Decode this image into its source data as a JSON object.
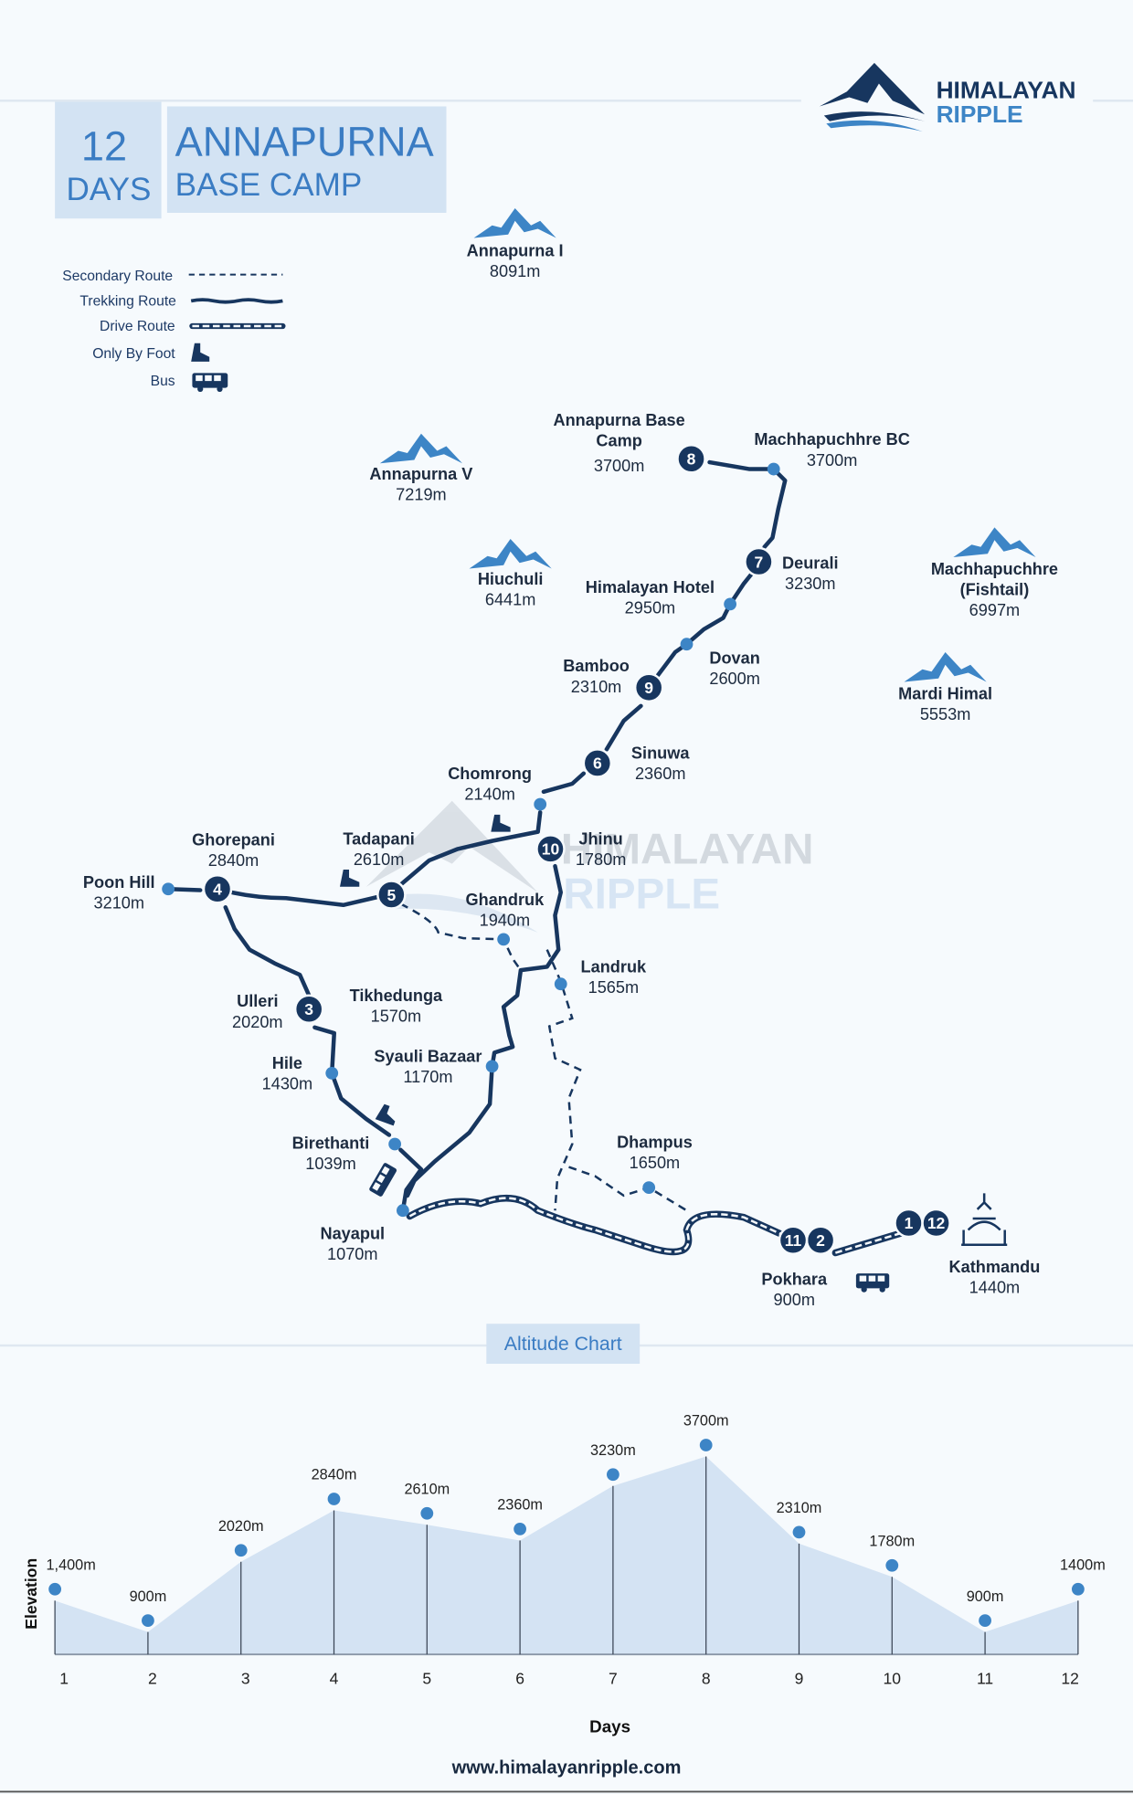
{
  "brand": {
    "line1": "HIMALAYAN",
    "line2": "RIPPLE",
    "colors": {
      "navy": "#17365f",
      "blue": "#3d85c6",
      "panel": "#d3e3f3"
    }
  },
  "header": {
    "days_number": "12",
    "days_label": "DAYS",
    "title_line1": "ANNAPURNA",
    "title_line2": "BASE CAMP"
  },
  "legend": [
    {
      "label": "Secondary Route",
      "icon": "dashed-line"
    },
    {
      "label": "Trekking Route",
      "icon": "wavy-line"
    },
    {
      "label": "Drive Route",
      "icon": "road-line"
    },
    {
      "label": "Only By Foot",
      "icon": "boot-icon"
    },
    {
      "label": "Bus",
      "icon": "bus-icon"
    }
  ],
  "peaks": [
    {
      "name": "Annapurna I",
      "elev": "8091m"
    },
    {
      "name": "Annapurna V",
      "elev": "7219m"
    },
    {
      "name": "Hiuchuli",
      "elev": "6441m"
    },
    {
      "name": "Machhapuchhre",
      "name2": "(Fishtail)",
      "elev": "6997m"
    },
    {
      "name": "Mardi Himal",
      "elev": "5553m"
    }
  ],
  "places": [
    {
      "name": "Annapurna Base",
      "name2": "Camp",
      "elev": "3700m"
    },
    {
      "name": "Machhapuchhre BC",
      "elev": "3700m"
    },
    {
      "name": "Deurali",
      "elev": "3230m"
    },
    {
      "name": "Himalayan Hotel",
      "elev": "2950m"
    },
    {
      "name": "Dovan",
      "elev": "2600m"
    },
    {
      "name": "Bamboo",
      "elev": "2310m"
    },
    {
      "name": "Sinuwa",
      "elev": "2360m"
    },
    {
      "name": "Chomrong",
      "elev": "2140m"
    },
    {
      "name": "Jhinu",
      "elev": "1780m"
    },
    {
      "name": "Tadapani",
      "elev": "2610m"
    },
    {
      "name": "Ghorepani",
      "elev": "2840m"
    },
    {
      "name": "Poon Hill",
      "elev": "3210m"
    },
    {
      "name": "Ghandruk",
      "elev": "1940m"
    },
    {
      "name": "Landruk",
      "elev": "1565m"
    },
    {
      "name": "Tikhedunga",
      "elev": "1570m"
    },
    {
      "name": "Ulleri",
      "elev": "2020m"
    },
    {
      "name": "Hile",
      "elev": "1430m"
    },
    {
      "name": "Syauli Bazaar",
      "elev": "1170m"
    },
    {
      "name": "Birethanti",
      "elev": "1039m"
    },
    {
      "name": "Dhampus",
      "elev": "1650m"
    },
    {
      "name": "Nayapul",
      "elev": "1070m"
    },
    {
      "name": "Pokhara",
      "elev": "900m"
    },
    {
      "name": "Kathmandu",
      "elev": "1440m"
    }
  ],
  "stages": [
    "1",
    "2",
    "3",
    "4",
    "5",
    "6",
    "7",
    "8",
    "9",
    "10",
    "11",
    "12"
  ],
  "watermark": {
    "line1": "HIMALAYAN",
    "line2": "RIPPLE"
  },
  "chart_section_title": "Altitude Chart",
  "chart_data": {
    "type": "area",
    "title": "Altitude Chart",
    "xlabel": "Days",
    "ylabel": "Elevation",
    "categories": [
      "1",
      "2",
      "3",
      "4",
      "5",
      "6",
      "7",
      "8",
      "9",
      "10",
      "11",
      "12"
    ],
    "values": [
      1400,
      900,
      2020,
      2840,
      2610,
      2360,
      3230,
      3700,
      2310,
      1780,
      900,
      1400
    ],
    "labels": [
      "1,400m",
      "900m",
      "2020m",
      "2840m",
      "2610m",
      "2360m",
      "3230m",
      "3700m",
      "2310m",
      "1780m",
      "900m",
      "1400m"
    ],
    "grid": false
  },
  "footer": {
    "url": "www.himalayanripple.com"
  }
}
